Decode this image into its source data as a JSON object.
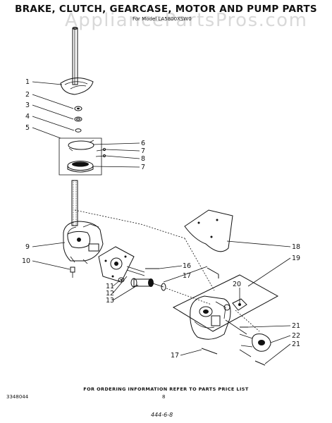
{
  "header": {
    "title": "BRAKE, CLUTCH, GEARCASE, MOTOR AND PUMP PARTS",
    "subtitle": "For Model LA5800XSW0",
    "watermark": "AppliancePartsPros.com"
  },
  "footer": {
    "ordering_note": "FOR ORDERING INFORMATION REFER TO PARTS PRICE LIST",
    "part_number": "3348044",
    "page_number": "8",
    "handwritten": "444-6-8"
  },
  "callouts": [
    {
      "id": "c1",
      "label": "1"
    },
    {
      "id": "c2",
      "label": "2"
    },
    {
      "id": "c3",
      "label": "3"
    },
    {
      "id": "c4",
      "label": "4"
    },
    {
      "id": "c5",
      "label": "5"
    },
    {
      "id": "c6",
      "label": "6"
    },
    {
      "id": "c7a",
      "label": "7"
    },
    {
      "id": "c8",
      "label": "8"
    },
    {
      "id": "c7b",
      "label": "7"
    },
    {
      "id": "c9",
      "label": "9"
    },
    {
      "id": "c10",
      "label": "10"
    },
    {
      "id": "c11",
      "label": "11"
    },
    {
      "id": "c12",
      "label": "12"
    },
    {
      "id": "c13",
      "label": "13"
    },
    {
      "id": "c16",
      "label": "16"
    },
    {
      "id": "c17a",
      "label": "17"
    },
    {
      "id": "c17b",
      "label": "17"
    },
    {
      "id": "c18",
      "label": "18"
    },
    {
      "id": "c19",
      "label": "19"
    },
    {
      "id": "c20",
      "label": "20"
    },
    {
      "id": "c21a",
      "label": "21"
    },
    {
      "id": "c22",
      "label": "22"
    },
    {
      "id": "c21b",
      "label": "21"
    }
  ]
}
